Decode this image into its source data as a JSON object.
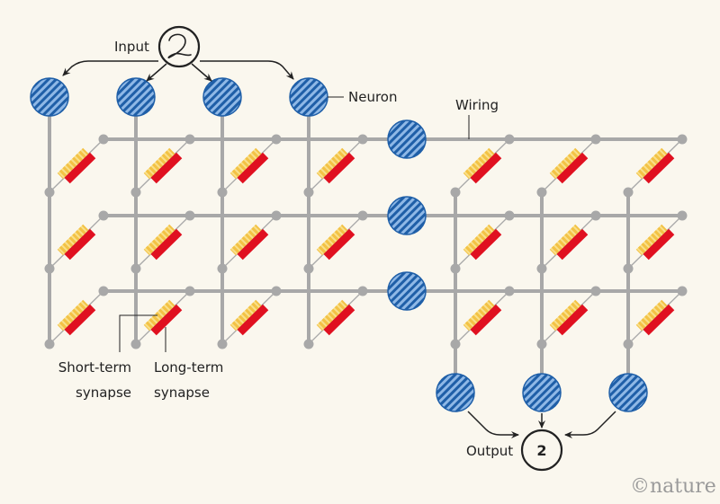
{
  "labels": {
    "input": "Input",
    "input_digit": "2",
    "neuron": "Neuron",
    "wiring": "Wiring",
    "short_term_line1": "Short-term",
    "short_term_line2": "synapse",
    "long_term_line1": "Long-term",
    "long_term_line2": "synapse",
    "output": "Output",
    "output_digit": "2",
    "credit": "©nature"
  },
  "colors": {
    "background": "#faf7ee",
    "neuron_fill": "#1f5fa8",
    "neuron_stripe": "#8fb8e6",
    "wire": "#a8a8a8",
    "short_term": "#f3c245",
    "short_term_stripe": "#f9e08a",
    "long_term": "#e01020",
    "ink": "#222222"
  },
  "structure": {
    "input_neurons": 4,
    "hidden_neurons": 3,
    "output_neurons": 3,
    "synapse_grid_left": [
      3,
      4
    ],
    "synapse_grid_right": [
      3,
      3
    ]
  }
}
